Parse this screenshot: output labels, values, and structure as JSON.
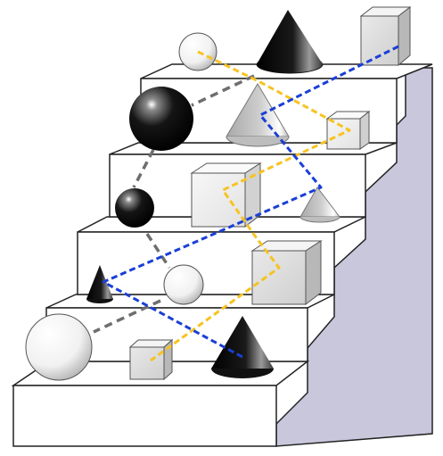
{
  "colors": {
    "background": "#ffffff",
    "step_top": "#ffffff",
    "step_front": "#ffffff",
    "side_wall": "#c9c7dc",
    "outline": "#222222",
    "path_yellow": "#f7c321",
    "path_blue": "#1a3fd6",
    "connector_gray": "#6e6e6e"
  },
  "diagram": {
    "steps": 5,
    "objects": [
      {
        "shape": "sphere",
        "tone": "white",
        "step": 5
      },
      {
        "shape": "cone",
        "tone": "black",
        "step": 5
      },
      {
        "shape": "cube",
        "tone": "gray",
        "step": 5
      },
      {
        "shape": "sphere",
        "tone": "black",
        "step": 4
      },
      {
        "shape": "cone",
        "tone": "gray",
        "step": 4
      },
      {
        "shape": "cube",
        "tone": "white",
        "step": 4
      },
      {
        "shape": "sphere",
        "tone": "black",
        "step": 3
      },
      {
        "shape": "cube",
        "tone": "white",
        "step": 3
      },
      {
        "shape": "cone",
        "tone": "gray",
        "step": 3
      },
      {
        "shape": "cone",
        "tone": "black",
        "step": 2
      },
      {
        "shape": "sphere",
        "tone": "white",
        "step": 2
      },
      {
        "shape": "cube",
        "tone": "gray",
        "step": 2
      },
      {
        "shape": "sphere",
        "tone": "white",
        "step": 1
      },
      {
        "shape": "cube",
        "tone": "gray",
        "step": 1
      },
      {
        "shape": "cone",
        "tone": "black",
        "step": 1
      }
    ],
    "paths": [
      {
        "color": "yellow",
        "style": "dashed"
      },
      {
        "color": "blue",
        "style": "dashed"
      },
      {
        "color": "gray",
        "style": "dashed",
        "role": "connectors"
      }
    ]
  }
}
